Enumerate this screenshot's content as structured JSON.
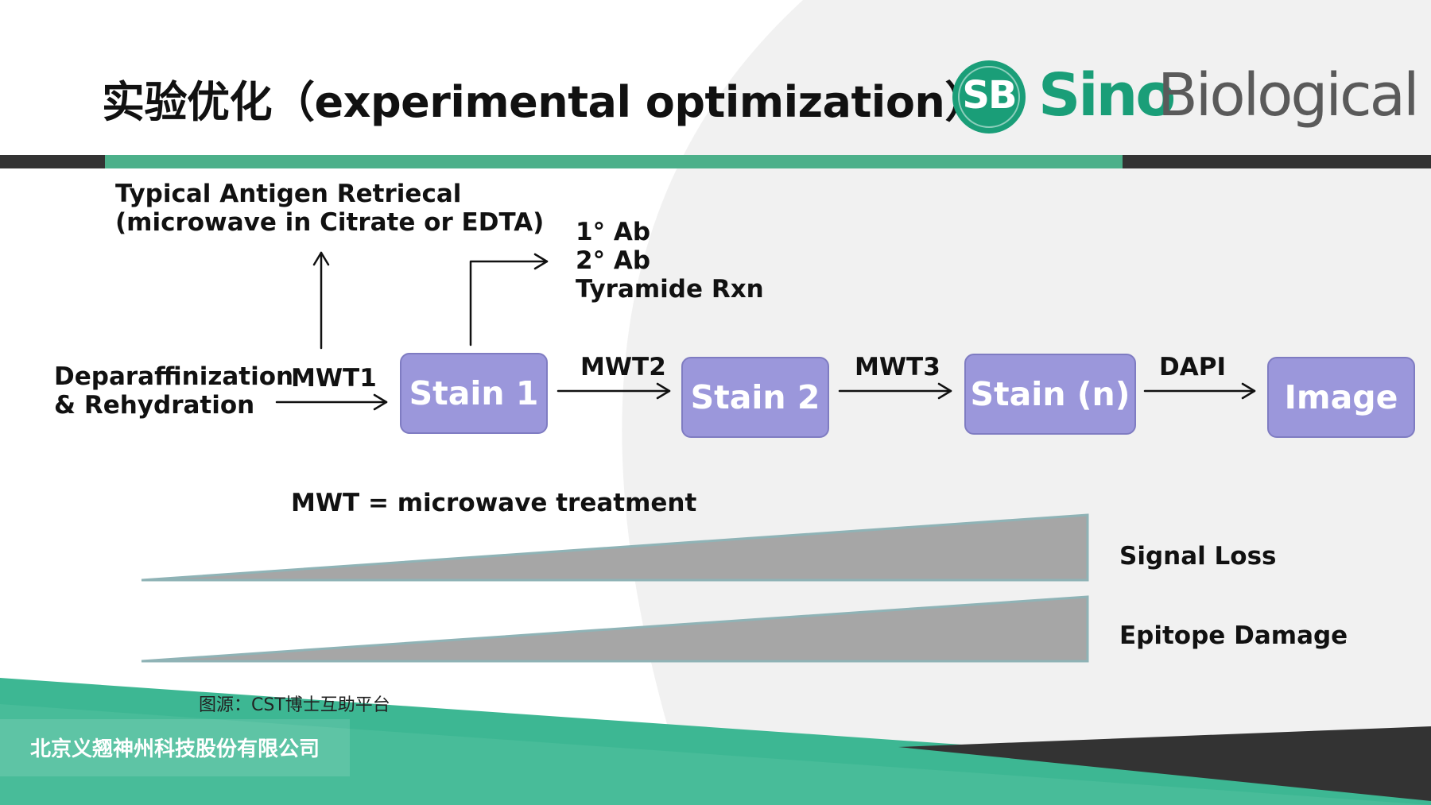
{
  "header": {
    "title": "实验优化（experimental optimization）"
  },
  "logo": {
    "badge": "SB",
    "sino": "Sino",
    "biological": "Biological",
    "color_green": "#1a9e78",
    "color_gray": "#5a5a5a"
  },
  "colors": {
    "accent_bar": "#4cb08a",
    "dark_bar": "#333333",
    "box_fill": "#9b97db",
    "wedge_fill": "#a6a6a6"
  },
  "antigen_note": {
    "line1": "Typical Antigen Retriecal",
    "line2": "(microwave in Citrate or EDTA)"
  },
  "stain_steps": {
    "line1": "1° Ab",
    "line2": "2° Ab",
    "line3": "Tyramide Rxn"
  },
  "start_label": {
    "line1": "Deparaffinization",
    "line2": "& Rehydration"
  },
  "arrows": {
    "mwt1": "MWT1",
    "mwt2": "MWT2",
    "mwt3": "MWT3",
    "dapi": "DAPI"
  },
  "boxes": {
    "stain1": "Stain 1",
    "stain2": "Stain 2",
    "stainn": "Stain (n)",
    "image": "Image"
  },
  "definition": "MWT = microwave treatment",
  "wedges": {
    "signal_loss": "Signal Loss",
    "epitope_damage": "Epitope Damage"
  },
  "source_note": "图源：CST博士互助平台",
  "footer": {
    "company": "北京义翘神州科技股份有限公司"
  }
}
